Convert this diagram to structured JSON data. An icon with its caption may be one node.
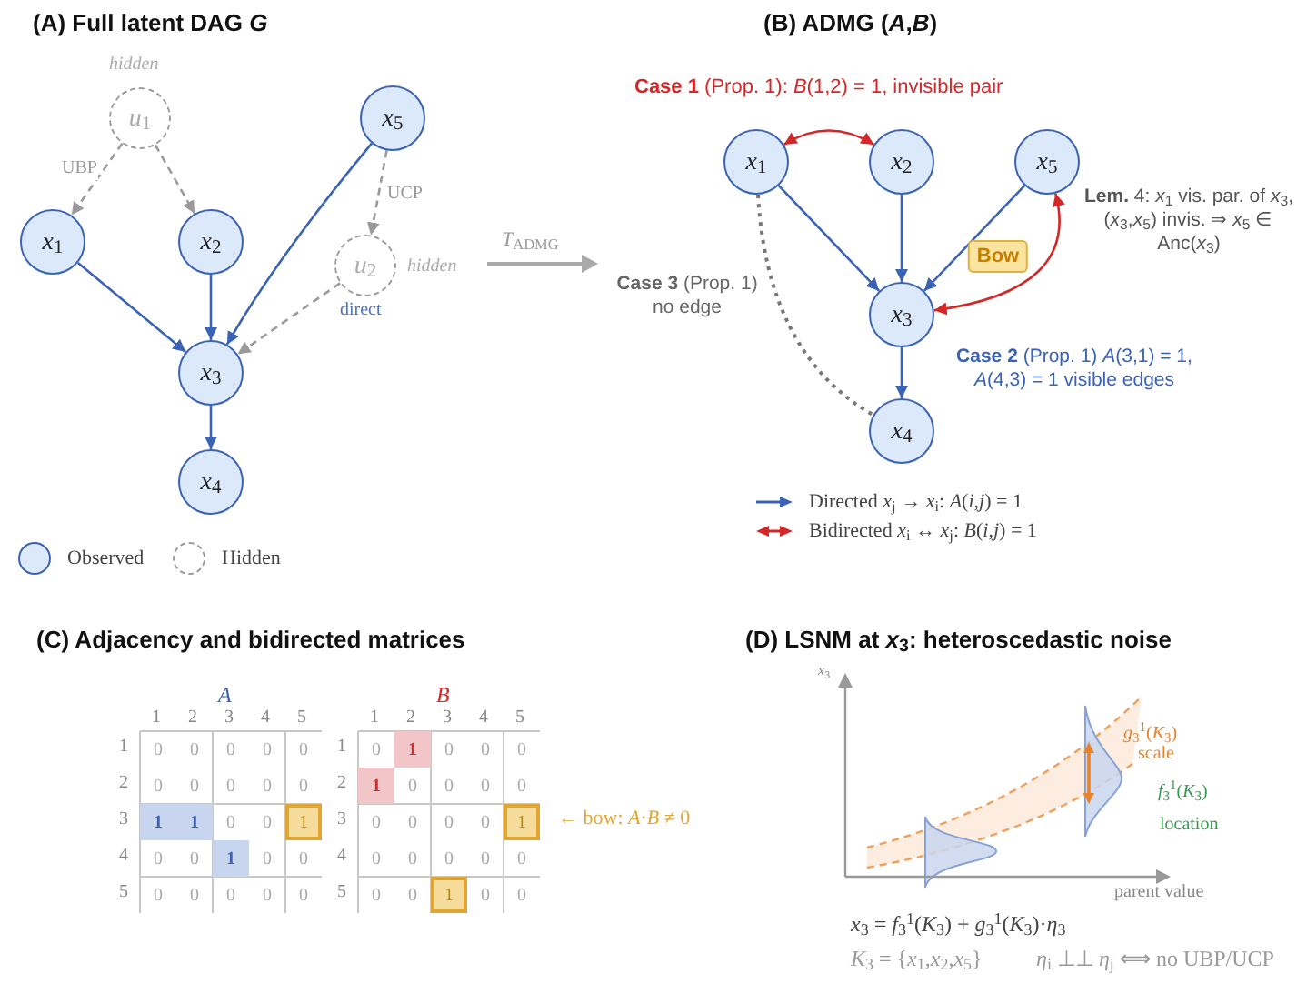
{
  "diagram": {
    "nodes": [
      {
        "text": [
          "*u*$_{1}$"
        ],
        "beside": [
          "hidden"
        ]
      },
      {
        "text": [
          "*x*$_{5}$"
        ]
      },
      {
        "text": [
          "*x*$_{1}$"
        ]
      },
      {
        "text": [
          "*x*$_{2}$"
        ]
      },
      {
        "text": [
          "*u*$_{2}$"
        ],
        "beside": [
          "hidden"
        ]
      },
      {
        "text": [
          "*x*$_{3}$"
        ]
      },
      {
        "text": [
          "*x*$_{4}$"
        ]
      },
      {
        "text": [
          "*x*$_{1}$"
        ]
      },
      {
        "text": [
          "*x*$_{2}$"
        ]
      },
      {
        "text": [
          "*x*$_{5}$"
        ]
      },
      {
        "text": [
          "*x*$_{3}$"
        ]
      },
      {
        "text": [
          "*x*$_{4}$"
        ]
      },
      {
        "text": [
          "Bow"
        ]
      }
    ],
    "edges": [
      {
        "from": 0,
        "to": 2,
        "arrow": "to",
        "label": "UBP",
        "style": "dashed",
        "color": "#9a9a9a"
      },
      {
        "from": 0,
        "to": 3,
        "arrow": "to",
        "style": "dashed",
        "color": "#9a9a9a"
      },
      {
        "from": 1,
        "to": 4,
        "arrow": "to",
        "label": "UCP",
        "style": "dashed",
        "color": "#9a9a9a"
      },
      {
        "from": 4,
        "to": 5,
        "arrow": "to",
        "style": "dashed",
        "color": "#9a9a9a"
      },
      {
        "from": 2,
        "to": 5,
        "arrow": "to"
      },
      {
        "from": 3,
        "to": 5,
        "arrow": "to"
      },
      {
        "from": 1,
        "to": 5,
        "arrow": "to"
      },
      {
        "from": 5,
        "to": 6,
        "arrow": "to"
      },
      {
        "from": 7,
        "to": 8,
        "arrow": "both",
        "color": "#d62728"
      },
      {
        "from": 7,
        "to": 10,
        "arrow": "to"
      },
      {
        "from": 8,
        "to": 10,
        "arrow": "to"
      },
      {
        "from": 9,
        "to": 10,
        "arrow": "to"
      },
      {
        "from": 10,
        "to": 9,
        "arrow": "both",
        "color": "#d62728"
      },
      {
        "from": 10,
        "to": 11,
        "arrow": "to"
      },
      {
        "from": 7,
        "to": 11,
        "arrow": "none",
        "style": "dashed",
        "color": "#777777"
      }
    ],
    "labels": [
      "(A) Full latent DAG *G*",
      "direct",
      "*T*$_{ADMG}$",
      "(B) ADMG (*A*,*B*)",
      "**Case 1** (Prop. 1): *B*(1,2) = 1, invisible pair",
      "**Lem.** 4: *x*$_{1}$ vis. par. of *x*$_{3}$, (*x*$_{3}$,*x*$_{5}$) invis. ⇒ *x*$_{5}$ ∈ Anc(*x*$_{3}$)",
      "**Case 3** (Prop. 1) no edge",
      "**Case 2** (Prop. 1) *A*(3,1) = 1, *A*(4,3) = 1 visible edges",
      "(C) Adjacency and bidirected matrices",
      "*A*",
      "*B*",
      "1",
      "2",
      "3",
      "4",
      "5",
      "1",
      "2",
      "3",
      "4",
      "5",
      "1",
      "0",
      "0",
      "0",
      "0",
      "0",
      "1",
      "0",
      "1",
      "0",
      "0",
      "0",
      "2",
      "0",
      "0",
      "0",
      "0",
      "0",
      "2",
      "1",
      "0",
      "0",
      "0",
      "0",
      "3",
      "1",
      "1",
      "0",
      "0",
      "1",
      "3",
      "0",
      "0",
      "0",
      "0",
      "1",
      "4",
      "0",
      "0",
      "1",
      "0",
      "0",
      "4",
      "0",
      "0",
      "0",
      "0",
      "0",
      "5",
      "0",
      "0",
      "0",
      "0",
      "0",
      "5",
      "0",
      "0",
      "1",
      "0",
      "0",
      "← bow: *A*·*B* ≠ 0",
      "(D) LSNM at *x*$_{3}$: heteroscedastic noise",
      "*x*$_{3}$",
      "*g*$_{3}$$^{1}$(*K*$_{3}$)",
      "scale",
      "*f*$_{3}$$^{1}$(*K*$_{3}$)",
      "location",
      "parent value",
      "*x*$_{3}$ = *f*$_{3}$$^{1}$(*K*$_{3}$) + *g*$_{3}$$^{1}$(*K*$_{3}$)·*η*$_{3}$",
      "*K*$_{3}$ = {*x*$_{1}$,*x*$_{2}$,*x*$_{5}$}",
      "*η*$_{i}$ ⊥⊥ *η*$_{j}$ ⟺ no UBP/UCP"
    ],
    "legend": [
      {
        "text": "Observed"
      },
      {
        "text": "Hidden"
      },
      {
        "text": "Directed *x*$_{j}$ → *x*$_{i}$: *A*(*i*,*j*) = 1"
      },
      {
        "text": "Bidirected *x*$_{i}$ ↔ *x*$_{j}$: *B*(*i*,*j*) = 1"
      }
    ]
  }
}
